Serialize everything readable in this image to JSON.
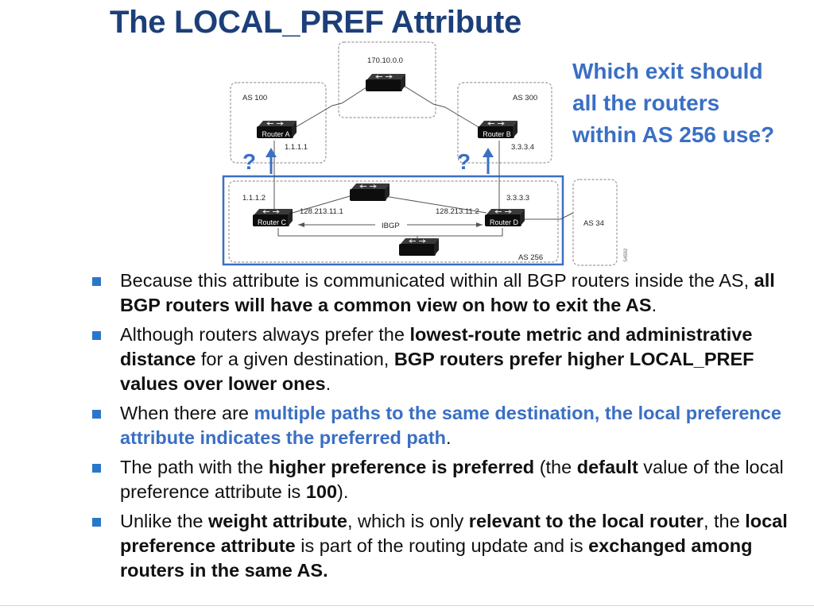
{
  "title": "The LOCAL_PREF Attribute",
  "callout": "Which exit should all the routers within AS 256 use?",
  "diagram": {
    "net_top": "170.10.0.0",
    "as100": "AS 100",
    "as300": "AS 300",
    "as256": "AS 256",
    "as34": "AS 34",
    "router_a": "Router A",
    "router_b": "Router B",
    "router_c": "Router C",
    "router_d": "Router D",
    "ip_a": "1.1.1.1",
    "ip_b": "3.3.3.4",
    "ip_c": "1.1.1.2",
    "ip_d": "3.3.3.3",
    "ip_c_ibgp": "128.213.11.1",
    "ip_d_ibgp": "128.213.11.2",
    "ibgp": "IBGP",
    "question_left": "?",
    "question_right": "?",
    "fig_id": "S4592",
    "colors": {
      "highlight": "#3a6fc4",
      "router": "#111111",
      "cloud": "#9a9a9a"
    }
  },
  "bullets": [
    {
      "parts": [
        {
          "text": "Because this attribute is communicated within all BGP routers inside the AS, ",
          "style": "normal"
        },
        {
          "text": "all BGP routers will have a common view on how to exit the AS",
          "style": "bold"
        },
        {
          "text": ".",
          "style": "normal"
        }
      ]
    },
    {
      "parts": [
        {
          "text": "Although routers always prefer the ",
          "style": "normal"
        },
        {
          "text": "lowest-route metric and administrative distance",
          "style": "bold"
        },
        {
          "text": " for a given destination, ",
          "style": "normal"
        },
        {
          "text": "BGP routers prefer higher LOCAL_PREF values over lower ones",
          "style": "bold"
        },
        {
          "text": ".",
          "style": "normal"
        }
      ]
    },
    {
      "parts": [
        {
          "text": "When there are ",
          "style": "normal"
        },
        {
          "text": "multiple paths to the same destination, the local preference attribute indicates the preferred path",
          "style": "highlight"
        },
        {
          "text": ".",
          "style": "normal"
        }
      ]
    },
    {
      "parts": [
        {
          "text": "The path with the ",
          "style": "normal"
        },
        {
          "text": "higher preference is preferred",
          "style": "bold"
        },
        {
          "text": " (the ",
          "style": "normal"
        },
        {
          "text": "default",
          "style": "bold"
        },
        {
          "text": " value of the local preference attribute is ",
          "style": "normal"
        },
        {
          "text": "100",
          "style": "bold"
        },
        {
          "text": ").",
          "style": "normal"
        }
      ]
    },
    {
      "parts": [
        {
          "text": "Unlike the ",
          "style": "normal"
        },
        {
          "text": "weight attribute",
          "style": "bold"
        },
        {
          "text": ", which is only ",
          "style": "normal"
        },
        {
          "text": "relevant to the local router",
          "style": "bold"
        },
        {
          "text": ", the ",
          "style": "normal"
        },
        {
          "text": "local preference attribute",
          "style": "bold"
        },
        {
          "text": " is part of the routing update and is ",
          "style": "normal"
        },
        {
          "text": "exchanged among routers in the same AS.",
          "style": "bold"
        }
      ]
    }
  ]
}
